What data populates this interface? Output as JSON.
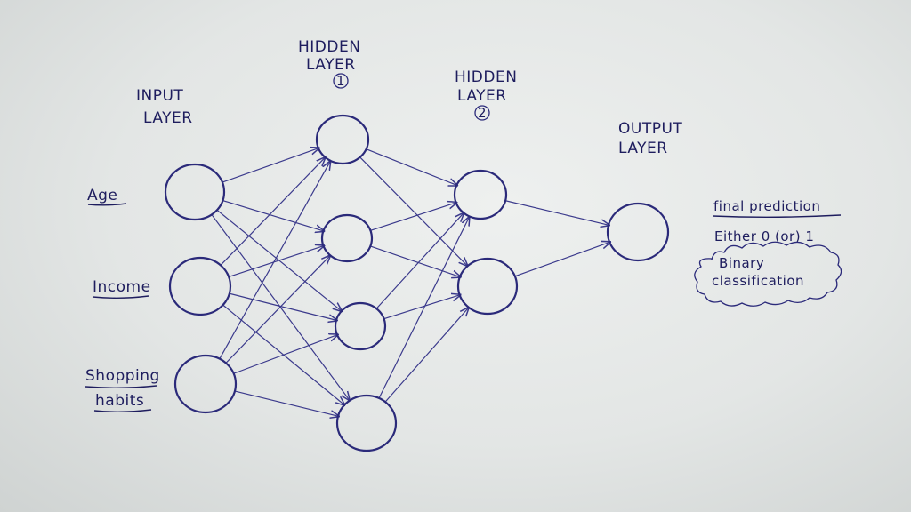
{
  "labels": {
    "input_layer": [
      "INPUT",
      "LAYER"
    ],
    "hidden1": [
      "HIDDEN",
      "LAYER",
      "1"
    ],
    "hidden2": [
      "HIDDEN",
      "LAYER",
      "2"
    ],
    "output_layer": [
      "OUTPUT",
      "LAYER"
    ],
    "features": [
      "Age",
      "Income",
      "Shopping",
      "habits"
    ],
    "note": [
      "final prediction",
      "Either 0 (or) 1",
      "Binary",
      "classification"
    ]
  },
  "colors": {
    "ink": "#2b2a7a",
    "paper": "#e3e6e5"
  },
  "network": {
    "layers": [
      3,
      4,
      2,
      1
    ]
  }
}
